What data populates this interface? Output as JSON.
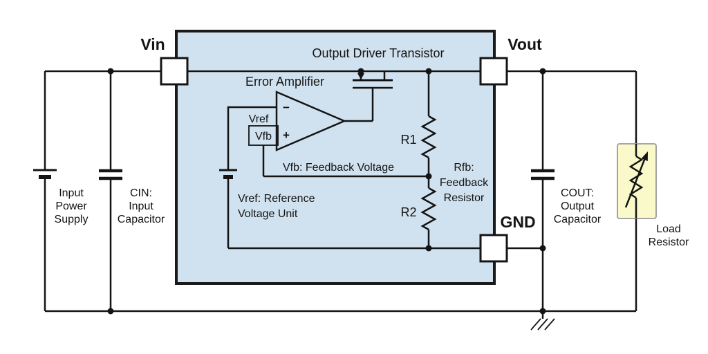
{
  "terminals": {
    "vin": "Vin",
    "vout": "Vout",
    "gnd": "GND"
  },
  "ic": {
    "output_driver_label": "Output Driver Transistor",
    "error_amplifier_label": "Error Amplifier",
    "vref_label": "Vref",
    "vfb_label": "Vfb",
    "minus_sign": "−",
    "plus_sign": "+",
    "vfb_note": "Vfb: Feedback Voltage",
    "vref_note": [
      "Vref: Reference",
      "Voltage Unit"
    ],
    "r1_label": "R1",
    "r2_label": "R2",
    "rfb_note": [
      "Rfb:",
      "Feedback",
      "Resistor"
    ]
  },
  "external": {
    "input_supply": [
      "Input",
      "Power",
      "Supply"
    ],
    "cin": [
      "CIN:",
      "Input",
      "Capacitor"
    ],
    "cout": [
      "COUT:",
      "Output",
      "Capacitor"
    ],
    "load": [
      "Load",
      "Resistor"
    ]
  },
  "colors": {
    "ic_fill": "#d0e1ef",
    "load_fill": "#f9f9ca",
    "wire": "#141414"
  }
}
